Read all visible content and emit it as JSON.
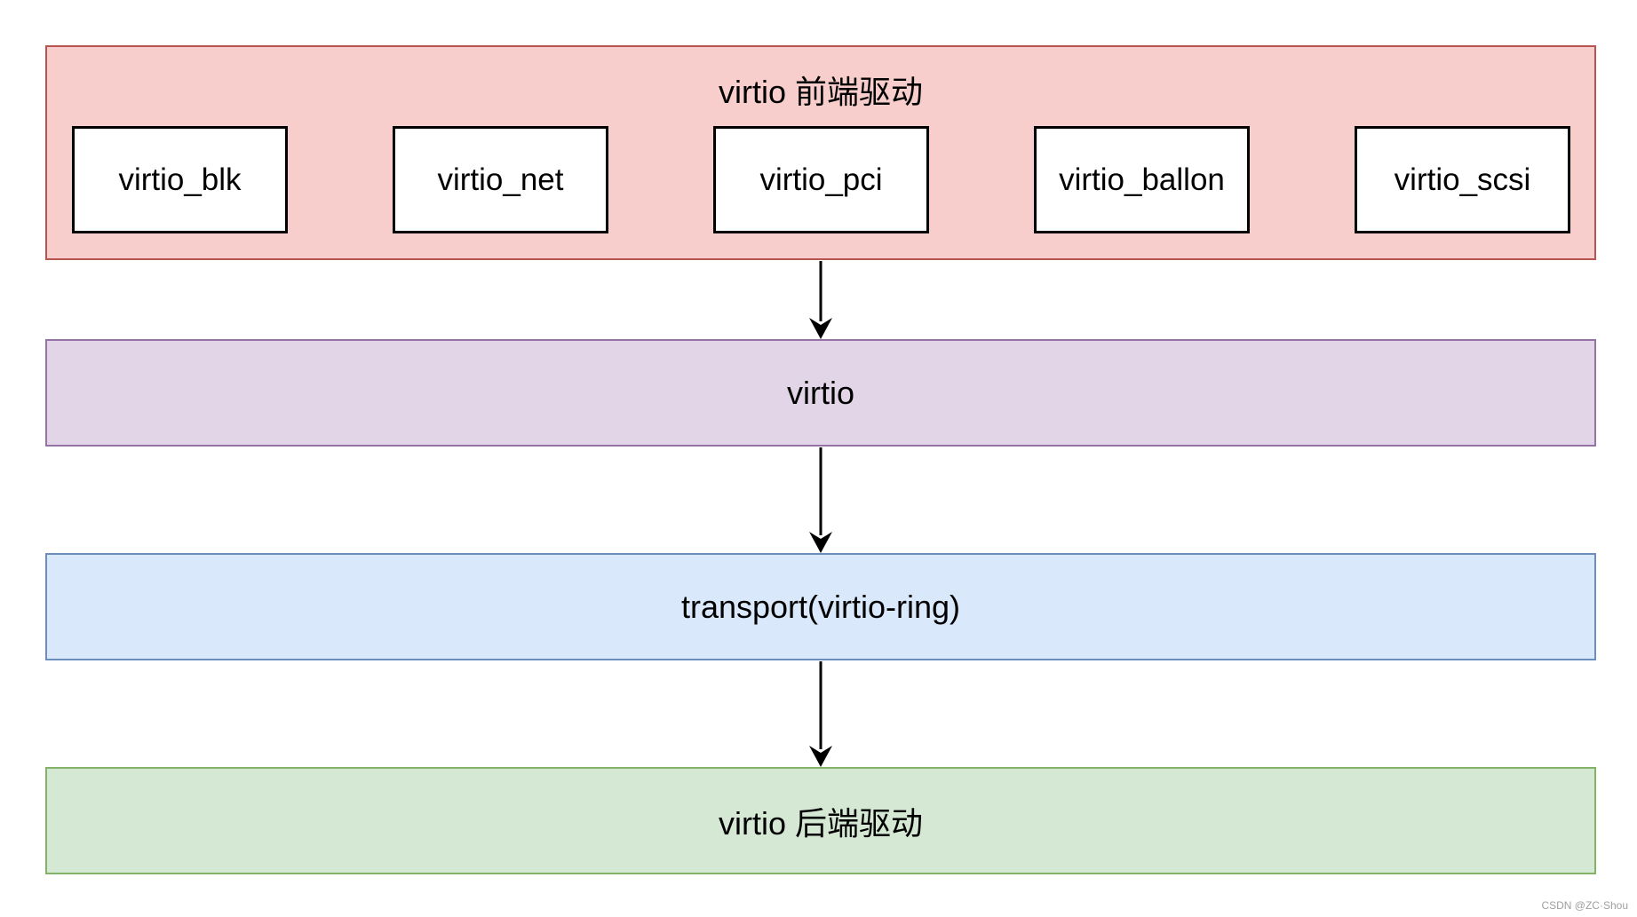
{
  "colors": {
    "frontend_fill": "#f8cecc",
    "frontend_border": "#b85450",
    "virtio_fill": "#e1d5e7",
    "virtio_border": "#9673a6",
    "transport_fill": "#dae8fc",
    "transport_border": "#6c8ebf",
    "backend_fill": "#d5e8d4",
    "backend_border": "#82b366",
    "arrow": "#000000"
  },
  "frontend": {
    "title": "virtio 前端驱动",
    "modules": [
      {
        "label": "virtio_blk"
      },
      {
        "label": "virtio_net"
      },
      {
        "label": "virtio_pci"
      },
      {
        "label": "virtio_ballon"
      },
      {
        "label": "virtio_scsi"
      }
    ]
  },
  "virtio_layer": {
    "label": "virtio"
  },
  "transport_layer": {
    "label": "transport(virtio-ring)"
  },
  "backend": {
    "label": "virtio 后端驱动"
  },
  "watermark": "CSDN @ZC·Shou"
}
